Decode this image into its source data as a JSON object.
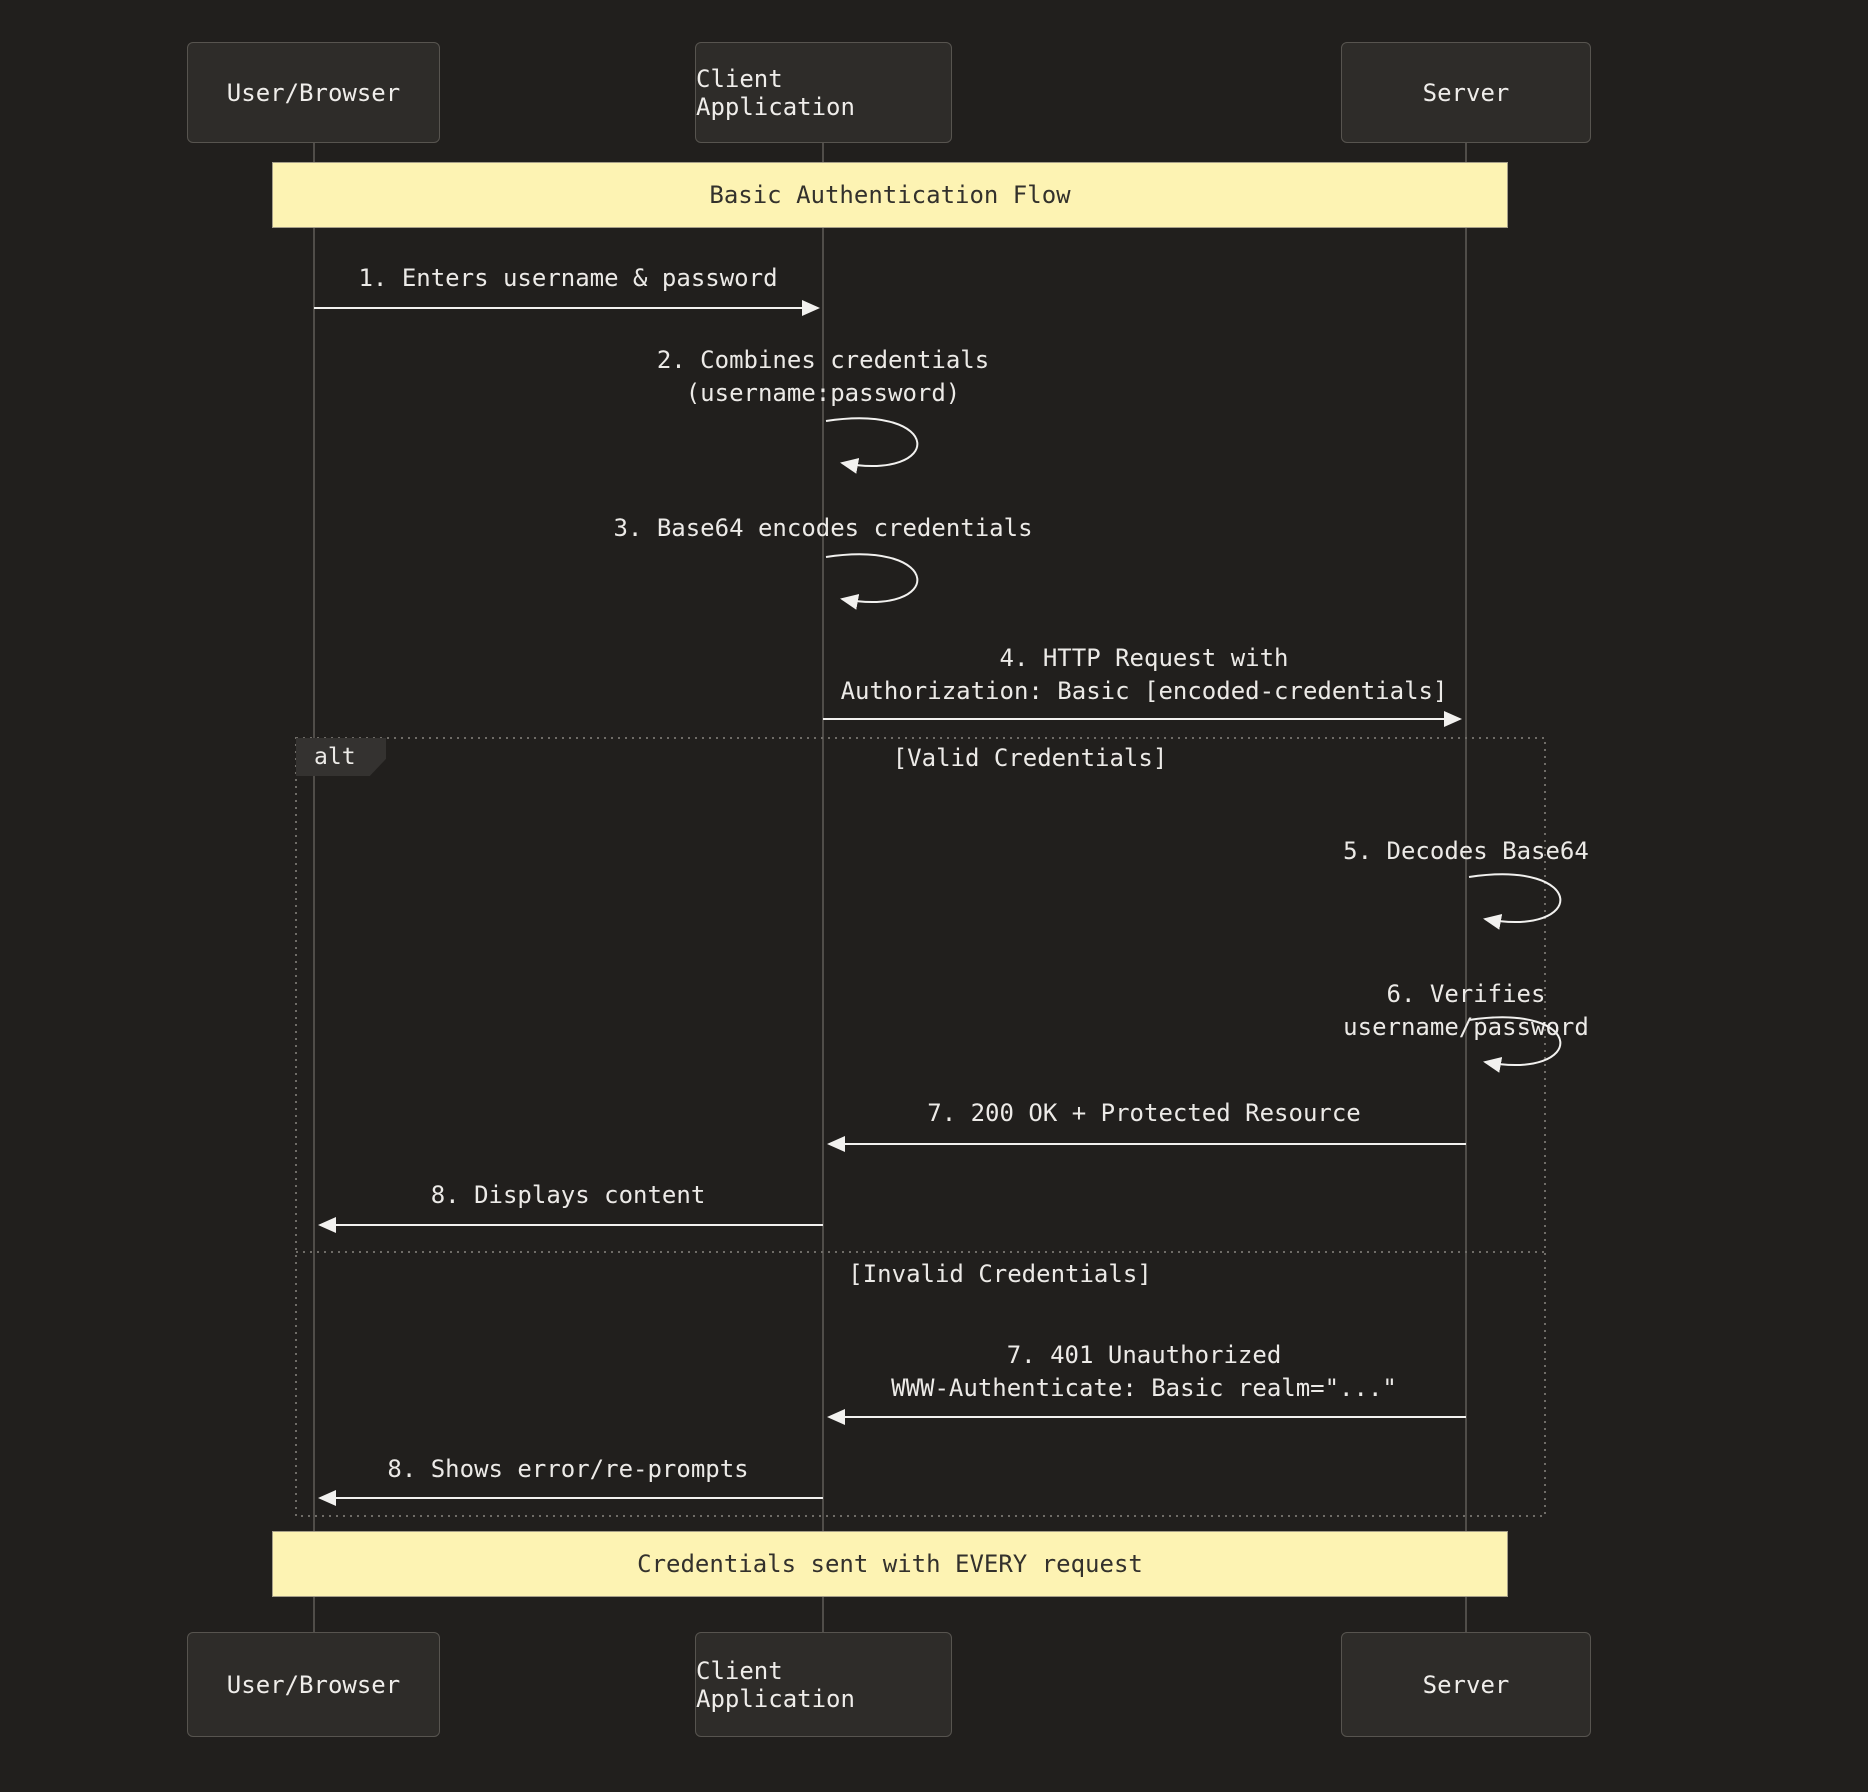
{
  "diagram": {
    "title_note": "Basic Authentication Flow",
    "background_color": "#211f1d",
    "note_fill_color": "#fdf3b3",
    "actor_fill_color": "#2e2c29",
    "actors": [
      {
        "id": "user",
        "label": "User/Browser"
      },
      {
        "id": "client",
        "label": "Client Application"
      },
      {
        "id": "server",
        "label": "Server"
      }
    ],
    "notes": [
      {
        "text": "Basic Authentication Flow"
      },
      {
        "text": "Credentials sent with EVERY request"
      }
    ],
    "messages": [
      {
        "text": "1. Enters username & password",
        "from": "user",
        "to": "client",
        "kind": "arrow"
      },
      {
        "text": "2. Combines credentials\n(username:password)",
        "on": "client",
        "kind": "self"
      },
      {
        "text": "3. Base64 encodes credentials",
        "on": "client",
        "kind": "self"
      },
      {
        "text": "4. HTTP Request with\nAuthorization: Basic [encoded-credentials]",
        "from": "client",
        "to": "server",
        "kind": "arrow"
      },
      {
        "text": "5. Decodes Base64",
        "on": "server",
        "kind": "self"
      },
      {
        "text": "6. Verifies username/password",
        "on": "server",
        "kind": "self"
      },
      {
        "text": "7. 200 OK + Protected Resource",
        "from": "server",
        "to": "client",
        "kind": "arrow"
      },
      {
        "text": "8. Displays content",
        "from": "client",
        "to": "user",
        "kind": "arrow"
      },
      {
        "text": "7. 401 Unauthorized\nWWW-Authenticate: Basic realm=\"...\"",
        "from": "server",
        "to": "client",
        "kind": "arrow"
      },
      {
        "text": "8. Shows error/re-prompts",
        "from": "client",
        "to": "user",
        "kind": "arrow"
      }
    ],
    "alt_frame": {
      "label": "alt",
      "sections": [
        {
          "label": "[Valid Credentials]"
        },
        {
          "label": "[Invalid Credentials]"
        }
      ]
    }
  }
}
